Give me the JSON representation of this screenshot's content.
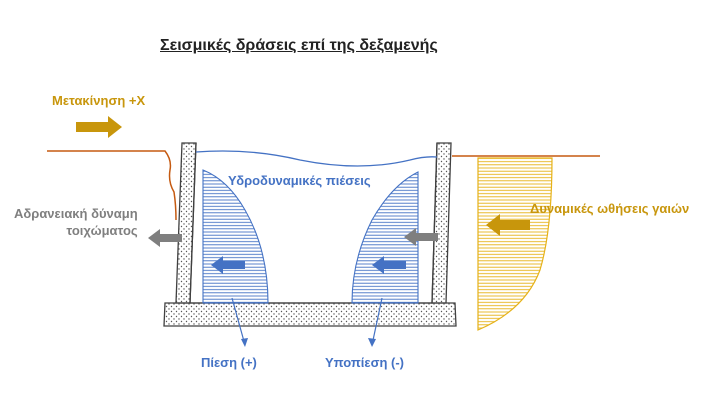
{
  "title": "Σεισμικές δράσεις επί της δεξαμενής",
  "labels": {
    "motion": "Μετακίνηση +Χ",
    "inertia_line1": "Αδρανειακή δύναμη",
    "inertia_line2": "τοιχώματος",
    "hydrodynamic": "Υδροδυναμικές πιέσεις",
    "soil_pressure": "Δυναμικές ωθήσεις γαιών",
    "pressure": "Πίεση (+)",
    "suction": "Υποπίεση (-)"
  },
  "colors": {
    "ground": "#c55a11",
    "gold": "#c8960c",
    "soil_fill": "#ffe699",
    "water": "#4472c4",
    "grey_arrow": "#7f7f7f",
    "wall": "#404040"
  }
}
